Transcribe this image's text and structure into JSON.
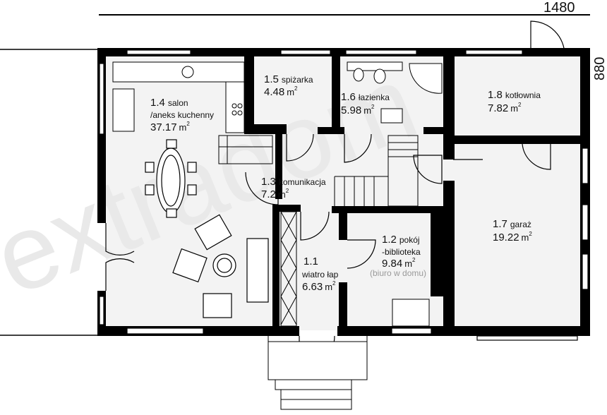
{
  "dimensions": {
    "width": "1480",
    "height": "880"
  },
  "watermark": "extradom",
  "rooms": [
    {
      "id": "1.4",
      "name_line1": "salon",
      "name_line2": "/aneks kuchenny",
      "area": "37.17",
      "unit": "m",
      "sup": "2"
    },
    {
      "id": "1.5",
      "name_line1": "spiżarka",
      "area": "4.48",
      "unit": "m",
      "sup": "2"
    },
    {
      "id": "1.6",
      "name_line1": "łazienka",
      "area": "5.98",
      "unit": "m",
      "sup": "2"
    },
    {
      "id": "1.8",
      "name_line1": "kotłownia",
      "area": "7.82",
      "unit": "m",
      "sup": "2"
    },
    {
      "id": "1.3",
      "name_line1": "komunikacja",
      "area": "7.2",
      "unit": "m",
      "sup": "2"
    },
    {
      "id": "1.1",
      "name_line1": "wiatro łap",
      "area": "6.63",
      "unit": "m",
      "sup": "2"
    },
    {
      "id": "1.2",
      "name_line1": "pokój",
      "name_line2": "-biblioteka",
      "area": "9.84",
      "unit": "m",
      "sup": "2",
      "note": "(biuro w domu)"
    },
    {
      "id": "1.7",
      "name_line1": "garaż",
      "area": "19.22",
      "unit": "m",
      "sup": "2"
    }
  ],
  "colors": {
    "wall": "#000000",
    "floor": "#f3f3f3",
    "annotation_gray": "#9a9a9a"
  }
}
